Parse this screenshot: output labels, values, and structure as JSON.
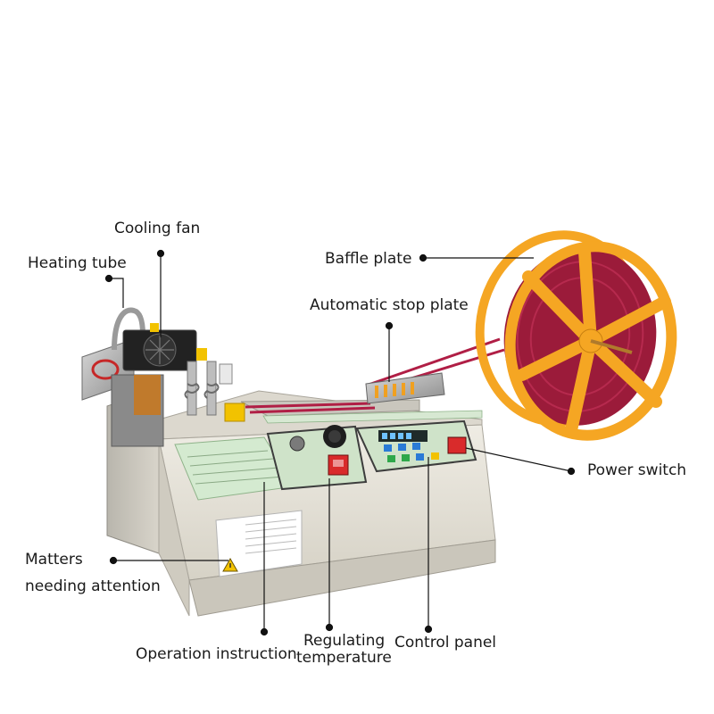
{
  "labels": {
    "cooling_fan": "Cooling fan",
    "heating_tube": "Heating tube",
    "baffle_plate": "Baffle plate",
    "automatic_stop_plate": "Automatic stop plate",
    "power_switch": "Power switch",
    "matters_line1": "Matters",
    "matters_line2": "needing attention",
    "operation_instruction": "Operation instruction",
    "regulating_line1": "Regulating",
    "regulating_line2": "temperature",
    "control_panel": "Control panel"
  },
  "colors": {
    "machine_body": "#e9e6dc",
    "panel_green": "#d9ead3",
    "reel_orange": "#f5a623",
    "ribbon_red": "#9b1b3a",
    "switch_red": "#d92b2b",
    "leader_line": "#111111"
  },
  "icons": {
    "warning": "warning-triangle-icon",
    "fan": "fan-icon"
  }
}
